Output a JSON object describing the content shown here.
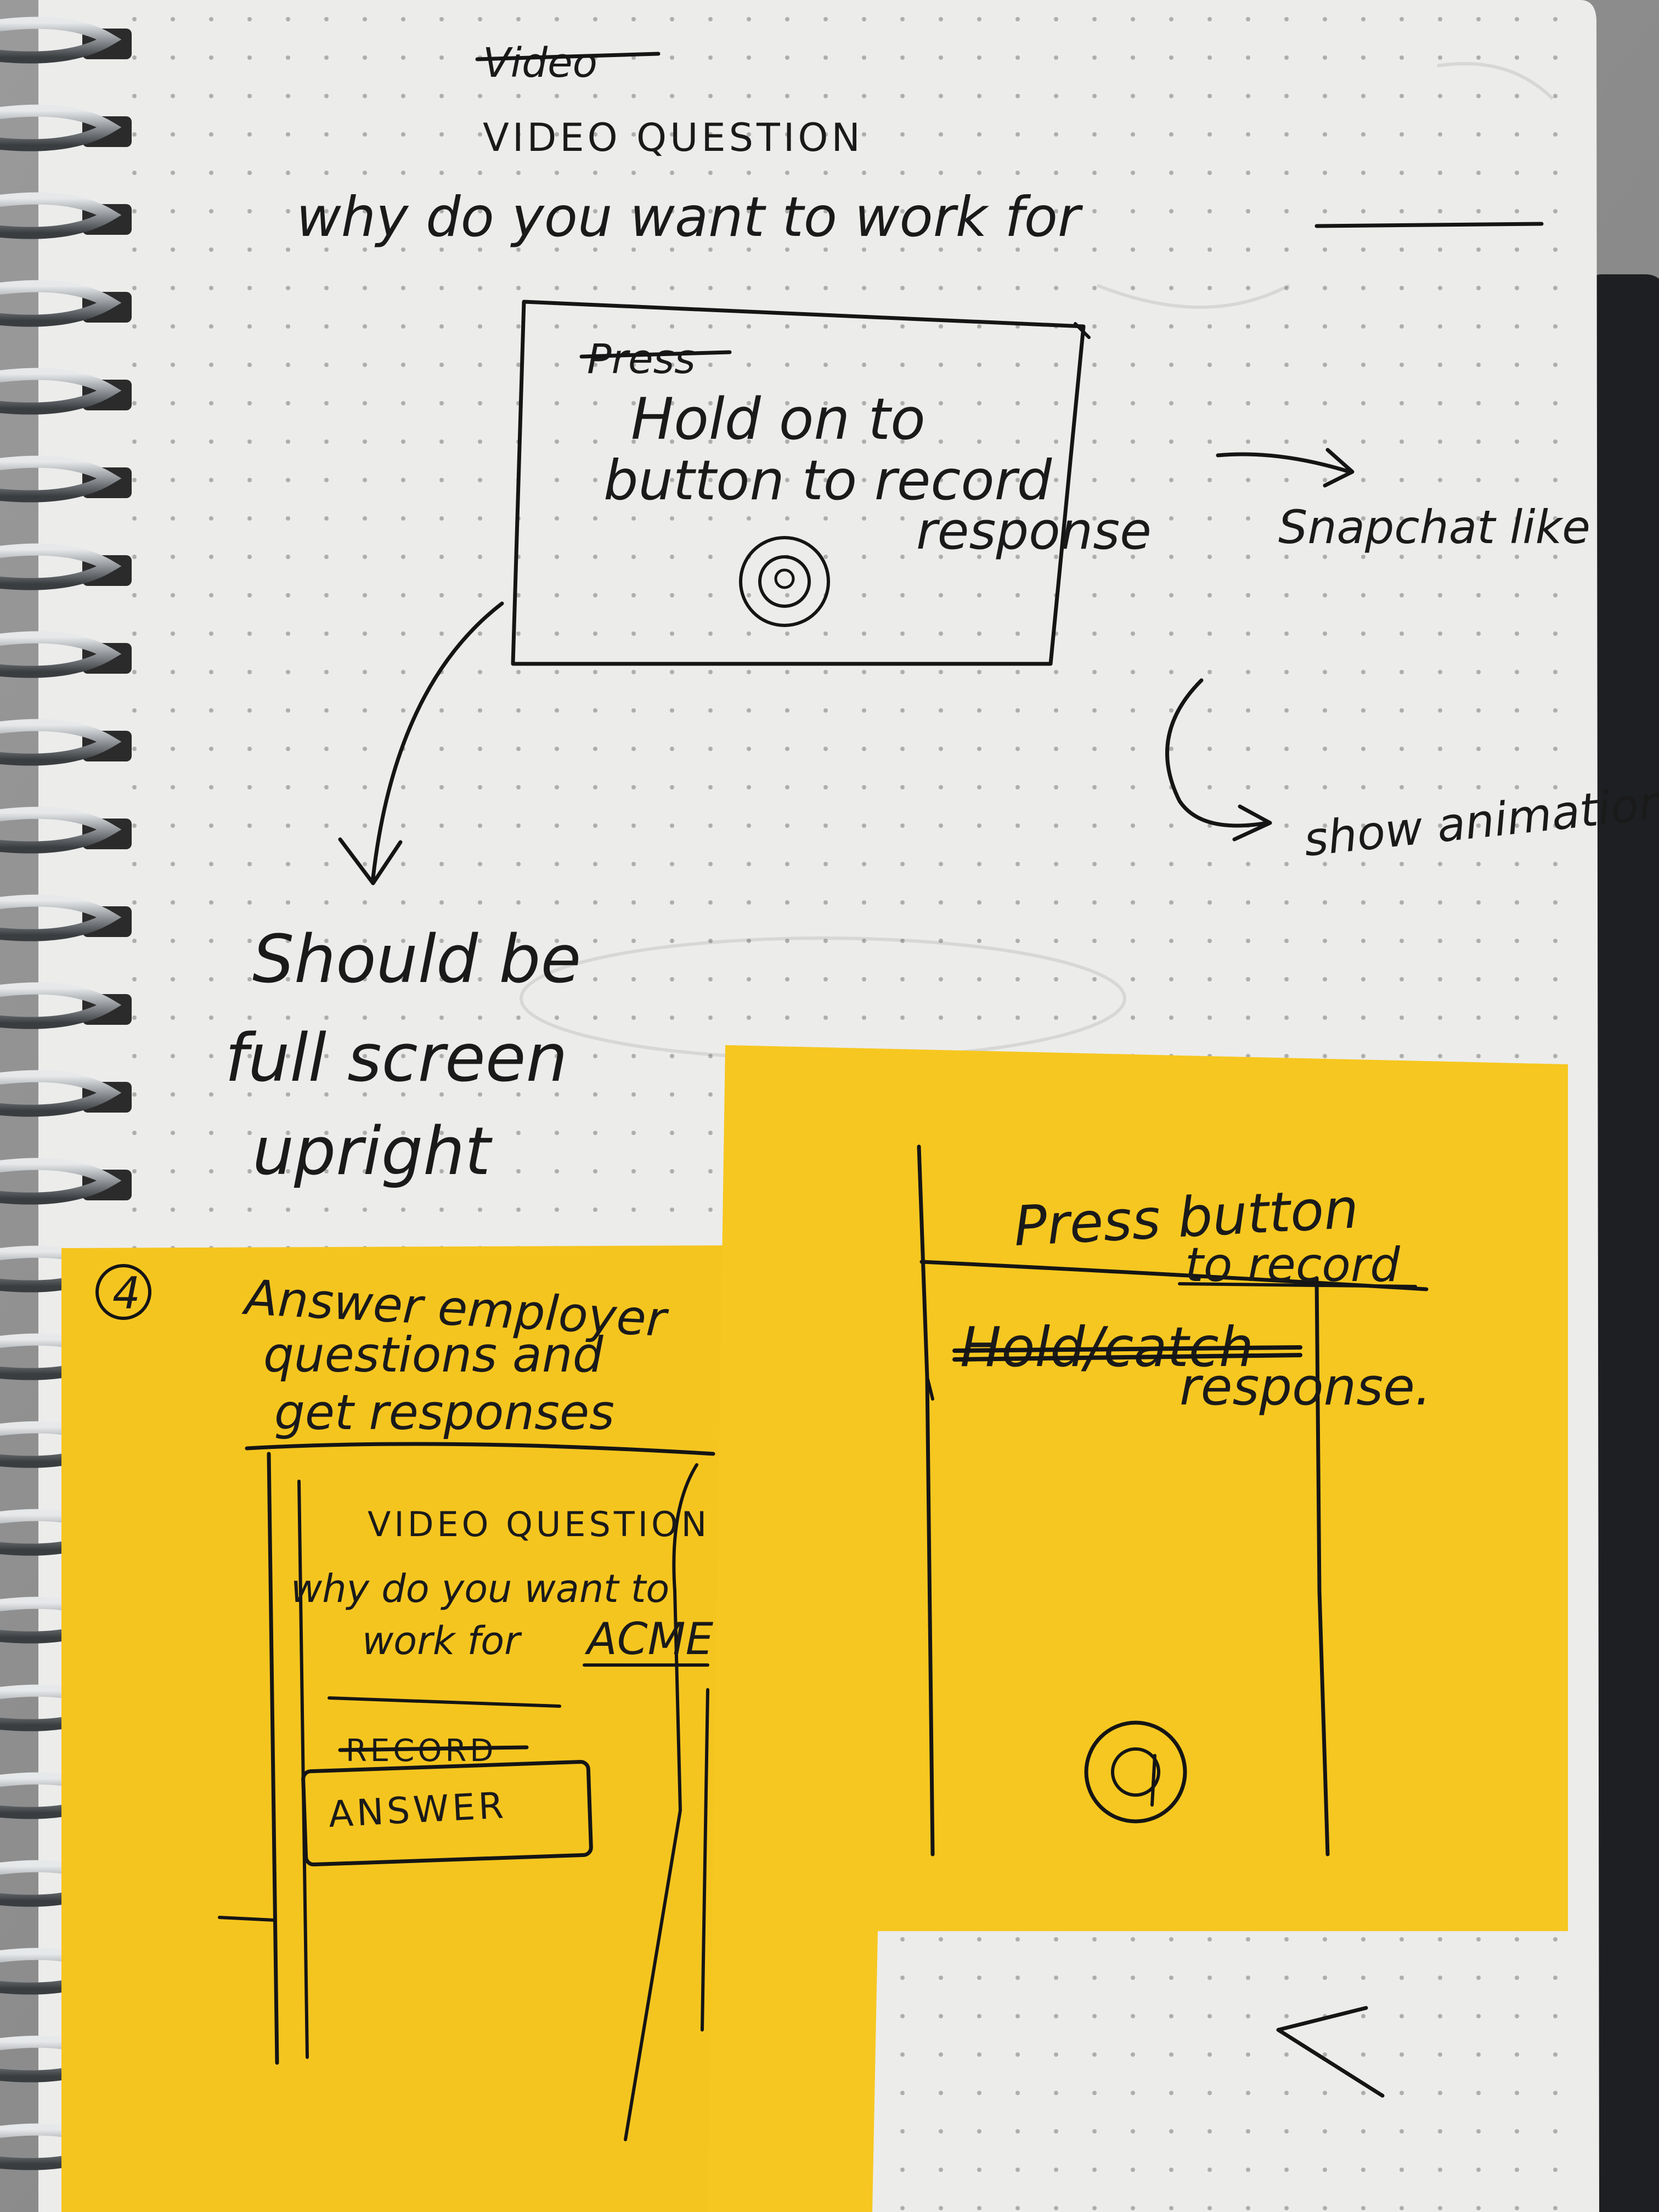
{
  "notebook_page": {
    "struck_title": "Video",
    "heading": "VIDEO QUESTION",
    "prompt": "why do you want to work for",
    "sketch_frame": {
      "struck_word": "Press",
      "line1": "Hold on to",
      "line2": "button to record",
      "line3": "response"
    },
    "note_snapchat": "Snapchat like",
    "note_animation": "show animation",
    "note_fullscreen": [
      "Should be",
      "full screen",
      "upright"
    ]
  },
  "sticky_note_left": {
    "step_number": "4",
    "title_lines": [
      "Answer employer",
      "questions and",
      "get responses"
    ],
    "phone": {
      "heading": "VIDEO QUESTION",
      "question_line1": "why do you want to",
      "question_line2_prefix": "work for",
      "question_company": "ACME",
      "struck_button_label": "RECORD",
      "button_label": "ANSWER"
    }
  },
  "sticky_note_right": {
    "instruction_line1": "Press button",
    "instruction_line2": "to record",
    "struck_text": "Hold/catch",
    "instruction_line3": "response."
  },
  "colors": {
    "paper": "#ececeb",
    "dot": "#a7a7a5",
    "sticky": "#f5c51f",
    "ink": "#151515",
    "spiral": "#b9bcbf"
  }
}
